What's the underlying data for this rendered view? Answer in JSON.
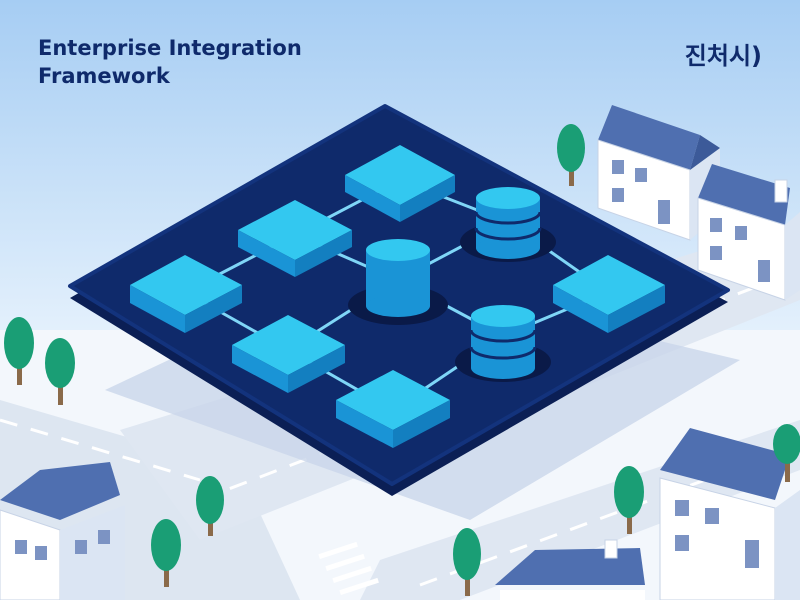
{
  "header": {
    "title_line1": "Enterprise Integration",
    "title_line2": "Framework",
    "corner_label": "진처시)"
  },
  "colors": {
    "sky_top": "#a6cdf3",
    "sky_bottom": "#ffffff",
    "platform": "#0f2a6b",
    "node_top": "#33c8f0",
    "node_side": "#1a94d6",
    "connector": "#7fd6f7",
    "house_roof": "#4f6fb0",
    "tree": "#1a9e75",
    "title_text": "#0f2a6b"
  }
}
